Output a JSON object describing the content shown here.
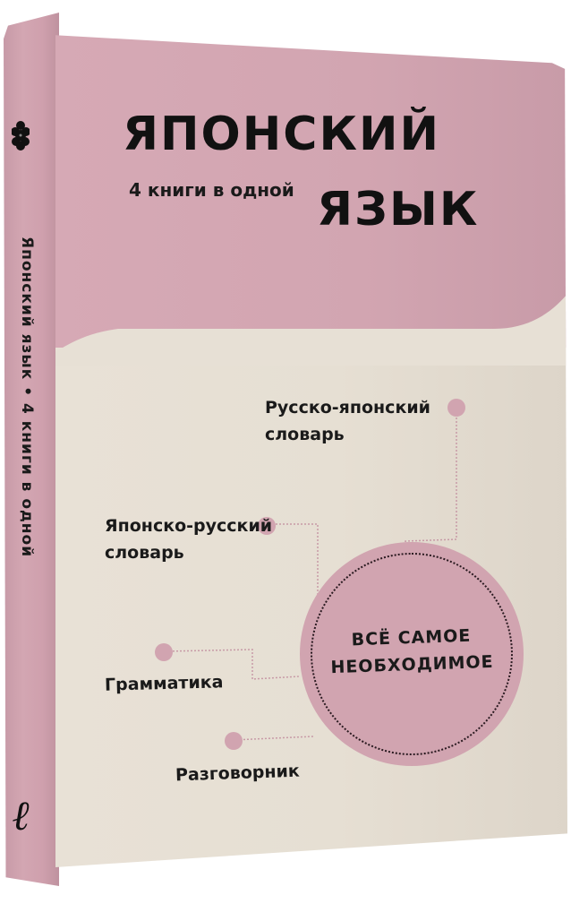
{
  "book": {
    "title_line1": "ЯПОНСКИЙ",
    "title_line2": "ЯЗЫК",
    "subtitle": "4 книги в одной",
    "spine_text": "Японский язык • 4 книги в одной",
    "spine_icon": "sakura-flower-icon",
    "publisher_logo": "ℓ",
    "colors": {
      "pink": "#d3a6b2",
      "cream": "#e7e0d5",
      "text": "#111111"
    }
  },
  "diagram": {
    "items": [
      {
        "label_line1": "Русско-японский",
        "label_line2": "словарь"
      },
      {
        "label_line1": "Японско-русский",
        "label_line2": "словарь"
      },
      {
        "label_line1": "Грамматика",
        "label_line2": ""
      },
      {
        "label_line1": "Разговорник",
        "label_line2": ""
      }
    ],
    "center_line1": "ВСЁ САМОЕ",
    "center_line2": "НЕОБХОДИМОЕ"
  }
}
